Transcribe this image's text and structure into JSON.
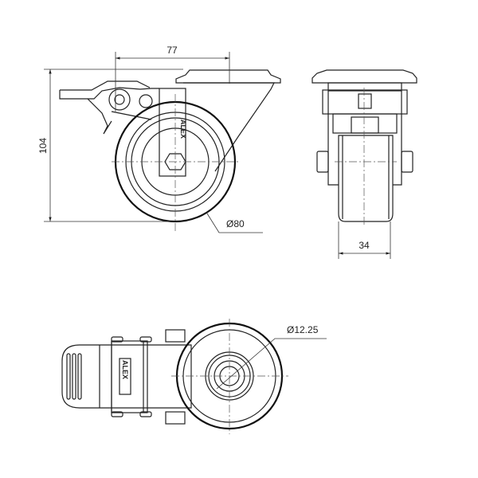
{
  "dimensions": {
    "mounting_offset": "77",
    "overall_height": "104",
    "wheel_diameter": "Ø80",
    "wheel_width": "34",
    "bolt_hole_diameter": "Ø12.25"
  },
  "brand_marks": {
    "side_view": "ALEX",
    "bottom_view": "ALEX"
  }
}
